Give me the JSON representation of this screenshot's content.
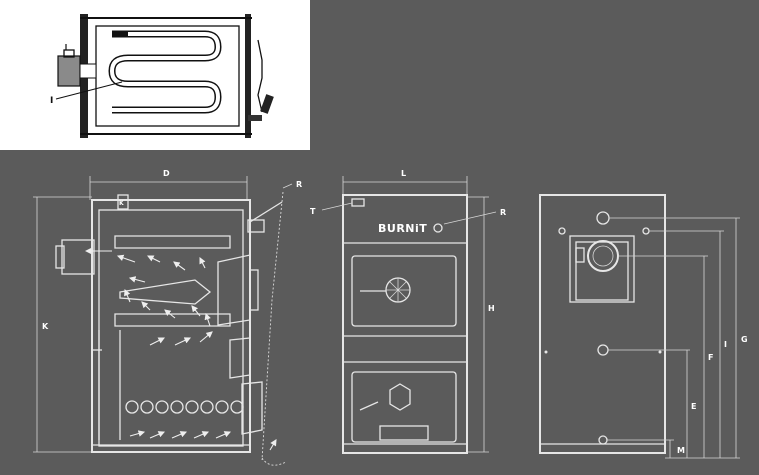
{
  "labels": {
    "top_view_I": "I",
    "D": "D",
    "R_side": "R",
    "K_small": "K",
    "K": "K",
    "L": "L",
    "T": "T",
    "R_front": "R",
    "H": "H",
    "M": "M",
    "E": "E",
    "F": "F",
    "I": "I",
    "G": "G"
  },
  "brand": "BURNiT",
  "colors": {
    "background": "#5b5b5b",
    "panel": "#ffffff",
    "lines": "#e6e6e6"
  }
}
